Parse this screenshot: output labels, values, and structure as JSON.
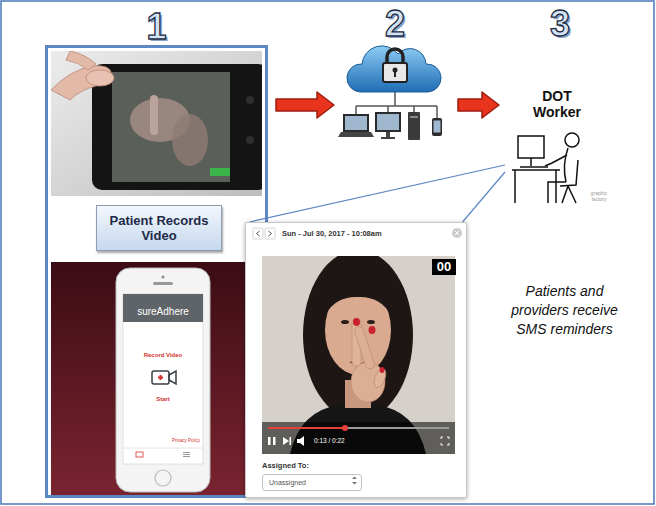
{
  "diagram": {
    "nodes": [
      {
        "text": [
          "1"
        ]
      },
      {
        "text": [
          "Patient Records Video"
        ],
        "in": 0
      },
      {
        "text": [
          "2"
        ]
      },
      {
        "text": [
          "3",
          "DOT Worker"
        ]
      },
      {
        "text": [
          "Sun - Jul 30, 2017 - 10:08am",
          "00",
          "0:13 / 0:22",
          "Assigned To:"
        ]
      },
      {
        "text": [
          "Unassigned"
        ],
        "in": 4
      }
    ],
    "edges": [
      {
        "from": 0,
        "to": 2,
        "arrow": "to"
      },
      {
        "from": 2,
        "to": 3,
        "arrow": "to"
      },
      {
        "from": 3,
        "to": 4,
        "arrow": "none"
      },
      {
        "from": 3,
        "to": 4,
        "arrow": "none"
      }
    ],
    "labels": [
      "sureAdhere",
      "Record Video",
      "Start",
      "Privacy Policy",
      "Patients and providers receive SMS reminders",
      "graphic factory"
    ]
  }
}
